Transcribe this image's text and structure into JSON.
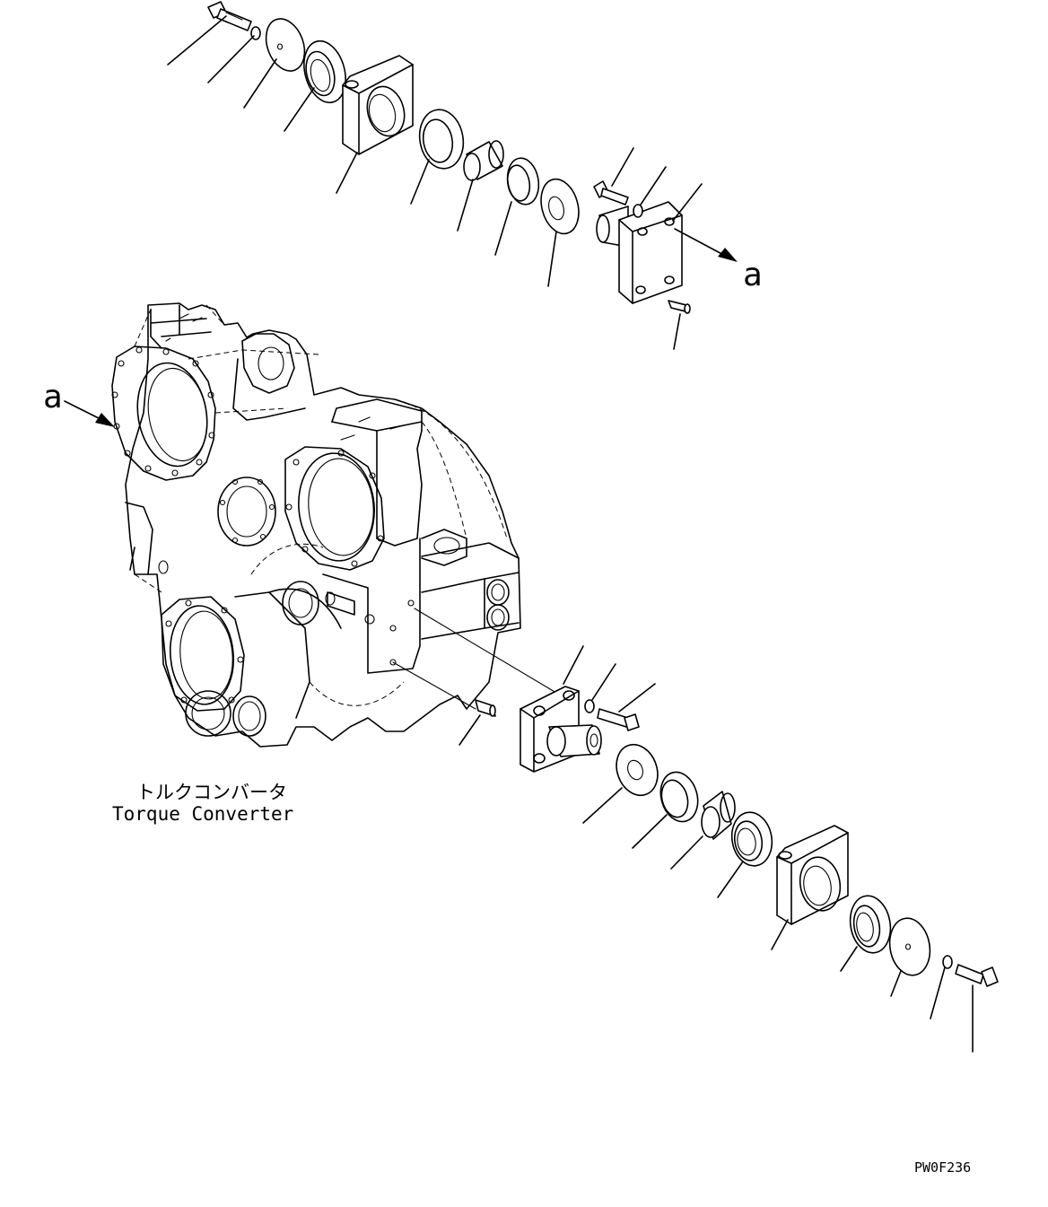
{
  "labels": {
    "arrow_a_top": "a",
    "arrow_a_left": "a",
    "housing_jp": "トルクコンバータ",
    "housing_en": "Torque Converter",
    "figure_code": "PW0F236"
  },
  "colors": {
    "line": "#000000",
    "background": "#ffffff"
  }
}
